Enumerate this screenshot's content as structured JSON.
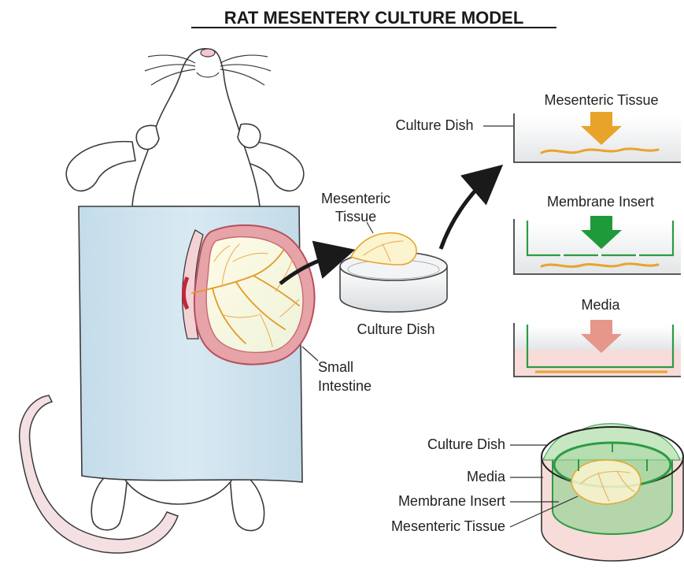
{
  "title": "RAT MESENTERY CULTURE MODEL",
  "labels": {
    "mesenteric_tissue_left": [
      "Mesenteric",
      "Tissue"
    ],
    "culture_dish_middle": "Culture Dish",
    "small_intestine": [
      "Small",
      "Intestine"
    ],
    "panel1_top": "Mesenteric Tissue",
    "panel1_left": "Culture Dish",
    "panel2_top": "Membrane Insert",
    "panel3_top": "Media",
    "final_culture_dish": "Culture Dish",
    "final_media": "Media",
    "final_membrane_insert": "Membrane Insert",
    "final_mesenteric_tissue": "Mesenteric Tissue"
  },
  "colors": {
    "drape": "#cfe3ef",
    "intestine": "#e6a3a8",
    "intestine_dark": "#b84e5c",
    "tissue": "#fbf4cf",
    "vessel": "#e39a2a",
    "arrow_tissue": "#e8a42a",
    "arrow_insert": "#1e9a3a",
    "arrow_media": "#e7968a",
    "media_fill": "#f7dcd9",
    "insert_green": "#2e9a44",
    "black_arrow": "#1a1a1a",
    "tail": "#f4dfe3"
  },
  "icons": [
    "rat-icon",
    "surgical-drape-icon",
    "small-intestine-icon",
    "mesentery-icon",
    "culture-dish-icon",
    "membrane-insert-icon",
    "down-arrow-icon",
    "curved-arrow-icon"
  ]
}
